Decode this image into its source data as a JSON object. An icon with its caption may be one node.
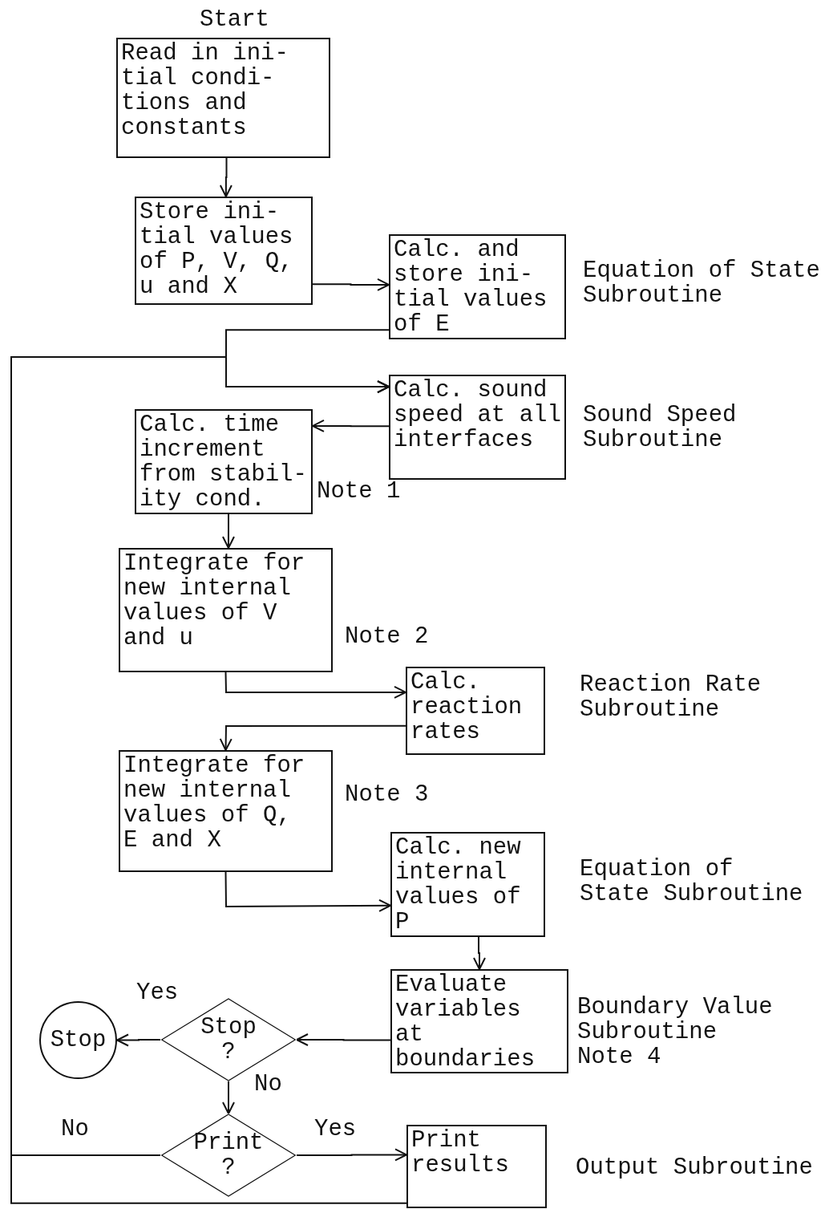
{
  "diagram": {
    "nodes": [
      {
        "text": [
          "Start",
          "Read in ini- tial condi- tions and constants"
        ]
      },
      {
        "text": [
          "Store ini- tial values of P, V, Q, u and X"
        ]
      },
      {
        "text": [
          "Calc. and store ini- tial values of E"
        ],
        "beside": [
          "Equation of State Subroutine"
        ]
      },
      {
        "text": [
          "Calc. sound speed at all interfaces"
        ],
        "beside": [
          "Sound Speed Subroutine"
        ]
      },
      {
        "text": [
          "Calc. time increment from stabil- ity cond."
        ],
        "beside": [
          "Note 1"
        ]
      },
      {
        "text": [
          "Integrate for new internal values of V and u"
        ],
        "beside": [
          "Note 2"
        ]
      },
      {
        "text": [
          "Calc. reaction rates"
        ],
        "beside": [
          "Reaction Rate Subroutine"
        ]
      },
      {
        "text": [
          "Integrate for new internal values of Q, E and X"
        ],
        "beside": [
          "Note 3"
        ]
      },
      {
        "text": [
          "Calc. new internal values of P"
        ],
        "beside": [
          "Equation of State Subroutine"
        ]
      },
      {
        "text": [
          "Evaluate variables at boundaries"
        ],
        "beside": [
          "Boundary Value Subroutine",
          "Note 4"
        ]
      },
      {
        "text": [
          "Stop"
        ]
      },
      {
        "text": [
          "Stop ?"
        ]
      },
      {
        "text": [
          "Print ?"
        ]
      },
      {
        "text": [
          "Print results"
        ],
        "beside": [
          "Output Subroutine"
        ]
      }
    ],
    "edges": [
      {
        "from": 0,
        "to": 1,
        "arrow": "to"
      },
      {
        "from": 1,
        "to": 2,
        "arrow": "to"
      },
      {
        "from": 2,
        "to": 3,
        "arrow": "to"
      },
      {
        "from": 3,
        "to": 4,
        "arrow": "to"
      },
      {
        "from": 4,
        "to": 5,
        "arrow": "to"
      },
      {
        "from": 5,
        "to": 6,
        "arrow": "to"
      },
      {
        "from": 6,
        "to": 7,
        "arrow": "to"
      },
      {
        "from": 7,
        "to": 8,
        "arrow": "to"
      },
      {
        "from": 8,
        "to": 9,
        "arrow": "to"
      },
      {
        "from": 9,
        "to": 11,
        "arrow": "to"
      },
      {
        "from": 11,
        "to": 10,
        "arrow": "to",
        "label": "Yes"
      },
      {
        "from": 11,
        "to": 12,
        "arrow": "to",
        "label": "No"
      },
      {
        "from": 12,
        "to": 13,
        "arrow": "to",
        "label": "Yes"
      },
      {
        "from": 12,
        "to": 3,
        "arrow": "to",
        "label": "No"
      },
      {
        "from": 13,
        "to": 3,
        "arrow": "to"
      }
    ]
  }
}
